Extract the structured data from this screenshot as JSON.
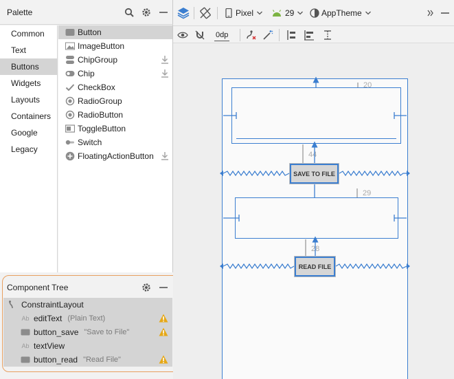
{
  "palette": {
    "title": "Palette",
    "categories": [
      "Common",
      "Text",
      "Buttons",
      "Widgets",
      "Layouts",
      "Containers",
      "Google",
      "Legacy"
    ],
    "selected_category": "Buttons",
    "widgets": [
      {
        "label": "Button",
        "icon": "button-icon",
        "download": false
      },
      {
        "label": "ImageButton",
        "icon": "image-icon",
        "download": false
      },
      {
        "label": "ChipGroup",
        "icon": "chipgroup-icon",
        "download": true
      },
      {
        "label": "Chip",
        "icon": "chip-icon",
        "download": true
      },
      {
        "label": "CheckBox",
        "icon": "checkmark-icon",
        "download": false
      },
      {
        "label": "RadioGroup",
        "icon": "radio-icon",
        "download": false
      },
      {
        "label": "RadioButton",
        "icon": "radio-icon",
        "download": false
      },
      {
        "label": "ToggleButton",
        "icon": "toggle-icon",
        "download": false
      },
      {
        "label": "Switch",
        "icon": "switch-icon",
        "download": false
      },
      {
        "label": "FloatingActionButton",
        "icon": "plus-circle-icon",
        "download": true
      }
    ],
    "selected_widget": "Button"
  },
  "tree": {
    "title": "Component Tree",
    "nodes": [
      {
        "label": "ConstraintLayout",
        "detail": "",
        "icon": "constraint-layout-icon",
        "warning": false
      },
      {
        "label": "editText",
        "detail": "(Plain Text)",
        "icon": "edittext-icon",
        "warning": true
      },
      {
        "label": "button_save",
        "detail": "\"Save to File\"",
        "icon": "button-icon",
        "warning": true
      },
      {
        "label": "textView",
        "detail": "",
        "icon": "textview-icon",
        "warning": false
      },
      {
        "label": "button_read",
        "detail": "\"Read File\"",
        "icon": "button-icon",
        "warning": true
      }
    ]
  },
  "toolbar": {
    "device": "Pixel",
    "api": "29",
    "theme": "AppTheme",
    "margin_default": "0dp"
  },
  "canvas": {
    "save_button": "SAVE TO FILE",
    "read_button": "READ FILE",
    "margins": [
      "20",
      "44",
      "29",
      "28"
    ]
  },
  "colors": {
    "accent": "#3b7ed0",
    "warning": "#e6a817",
    "android_green": "#7cb342"
  }
}
